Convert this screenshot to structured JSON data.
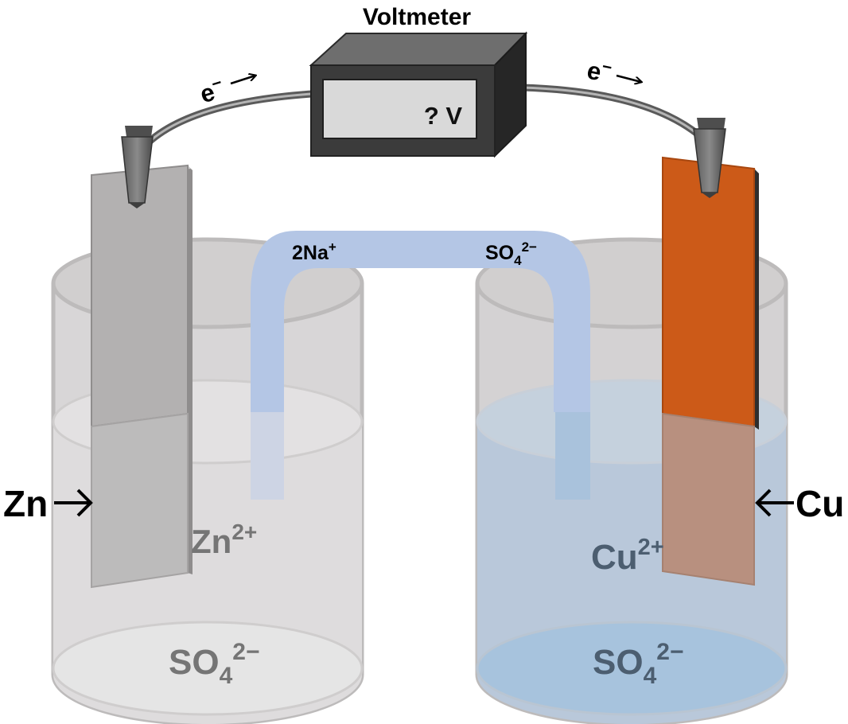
{
  "voltmeter": {
    "title": "Voltmeter",
    "reading": "? V"
  },
  "electron_flow": {
    "left": {
      "base": "e",
      "sup": "−"
    },
    "right": {
      "base": "e",
      "sup": "−"
    }
  },
  "salt_bridge": {
    "left_ion": {
      "base": "2Na",
      "sup": "+"
    },
    "right_ion": {
      "base": "SO",
      "sub": "4",
      "sup": "2−"
    }
  },
  "left_cell": {
    "electrode_label": "Zn",
    "cation": {
      "base": "Zn",
      "sup": "2+"
    },
    "anion": {
      "base": "SO",
      "sub": "4",
      "sup": "2−"
    }
  },
  "right_cell": {
    "electrode_label": "Cu",
    "cation": {
      "base": "Cu",
      "sup": "2+"
    },
    "anion": {
      "base": "SO",
      "sub": "4",
      "sup": "2−"
    }
  },
  "colors": {
    "zinc_electrode": "#b3b1b1",
    "copper_electrode": "#cc5a18",
    "left_solution": "#d9d7d8",
    "right_solution": "#b9c8da",
    "salt_bridge": "#b5c7e6",
    "voltmeter_body": "#3b3b3b",
    "voltmeter_screen": "#d9d9d9",
    "label_text": "#000000",
    "left_ion_text": "#757575",
    "right_ion_text": "#4c5e70"
  }
}
